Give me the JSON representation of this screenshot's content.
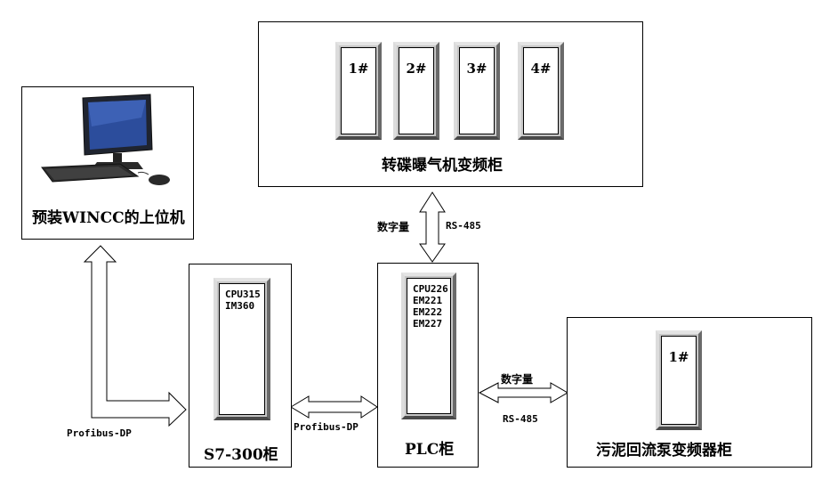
{
  "top_cabinet": {
    "label": "转碟曝气机变频柜",
    "units": [
      "1#",
      "2#",
      "3#",
      "4#"
    ]
  },
  "host_pc": {
    "label": "预装WINCC的上位机"
  },
  "s7_cabinet": {
    "label": "S7-300柜",
    "modules": [
      "CPU315",
      "IM360"
    ]
  },
  "plc_cabinet": {
    "label": "PLC柜",
    "modules": [
      "CPU226",
      "EM221",
      "EM222",
      "EM227"
    ]
  },
  "sludge_cabinet": {
    "label": "污泥回流泵变频器柜",
    "units": [
      "1#"
    ]
  },
  "links": {
    "top_digital": "数字量",
    "top_rs485": "RS-485",
    "left_profibus": "Profibus-DP",
    "mid_profibus": "Profibus-DP",
    "right_digital": "数字量",
    "right_rs485": "RS-485"
  }
}
